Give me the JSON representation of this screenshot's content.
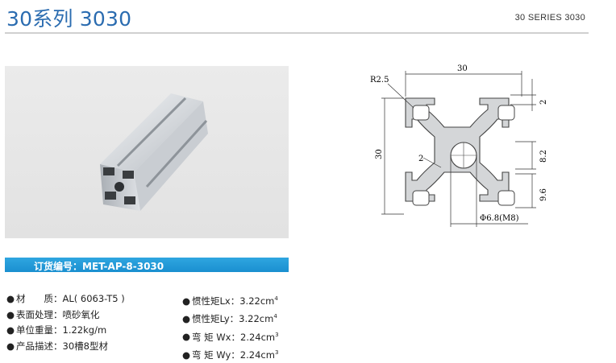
{
  "header": {
    "title": "30系列 3030",
    "series_label": "30 SERIES 3030"
  },
  "order": {
    "label": "订货编号：MET-AP-8-3030"
  },
  "drawing": {
    "width_dim": "30",
    "height_dim": "30",
    "radius": "R2.5",
    "dim_2_top": "2",
    "dim_8_2": "8.2",
    "dim_9_6": "9.6",
    "dim_2_web": "2",
    "hole": "Φ6.8(M8)"
  },
  "specs": {
    "left": [
      {
        "label": "材　　质：",
        "value": "AL( 6063-T5 )"
      },
      {
        "label": "表面处理：",
        "value": "喷砂氧化"
      },
      {
        "label": "单位重量：",
        "value": "1.22kg/m"
      },
      {
        "label": "产品描述：",
        "value": "30槽8型材"
      }
    ],
    "right": [
      {
        "label": "惯性矩Lx：",
        "value": "3.22cm",
        "sup": "4"
      },
      {
        "label": "惯性矩Ly：",
        "value": "3.22cm",
        "sup": "4"
      },
      {
        "label": "弯 矩 Wx：",
        "value": "2.24cm",
        "sup": "3"
      },
      {
        "label": "弯 矩 Wy：",
        "value": "2.24cm",
        "sup": "3"
      }
    ]
  },
  "colors": {
    "title": "#2b6cb0",
    "order_bar": "#1a8fd0"
  }
}
